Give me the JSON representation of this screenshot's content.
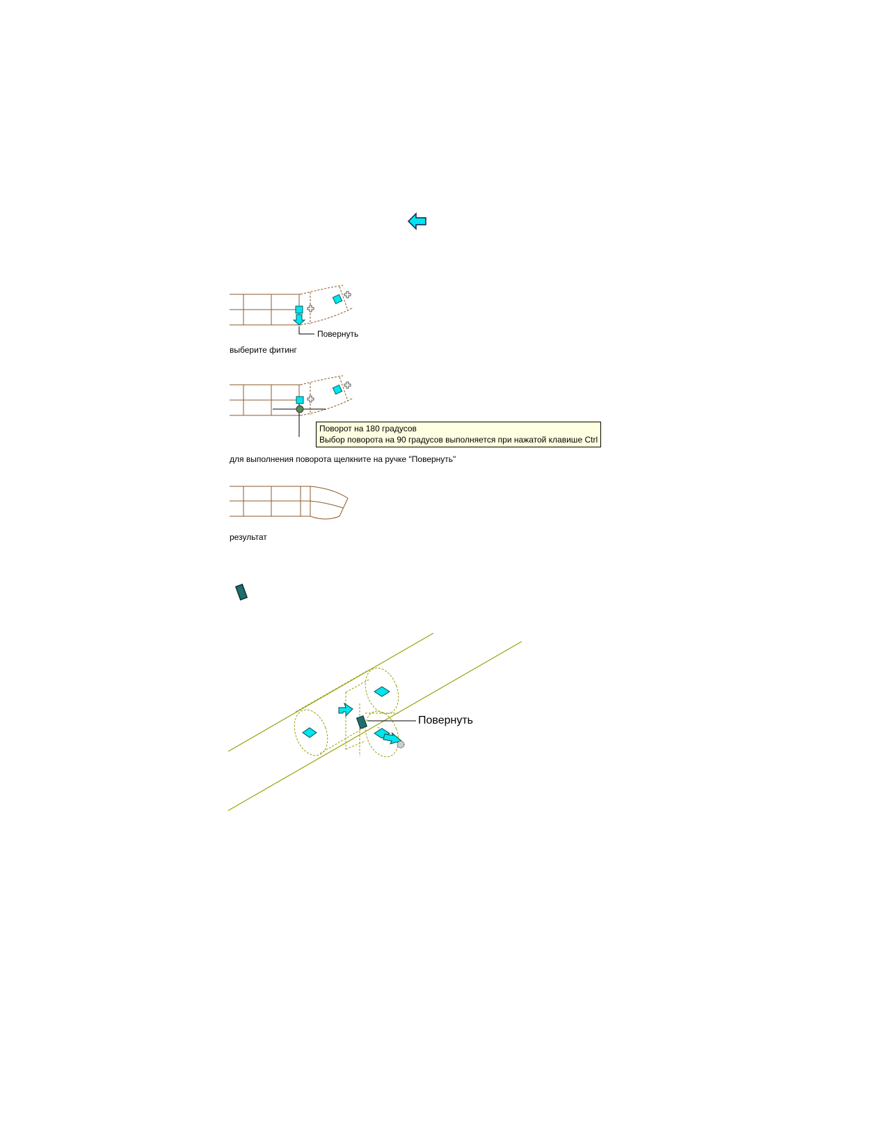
{
  "step1": {
    "callout": "Повернуть",
    "caption": "выберите фитинг"
  },
  "step2": {
    "tooltip_line1": "Поворот на 180 градусов",
    "tooltip_line2": "Выбор поворота на 90 градусов выполняется при нажатой клавише Ctrl",
    "caption": "для выполнения поворота щелкните на ручке \"Повернуть\""
  },
  "step3": {
    "caption": "результат"
  },
  "isometric": {
    "callout": "Повернуть"
  },
  "icons": {
    "flip_grip": "cyan-left-arrow-icon",
    "rotate_grip": "teal-rotate-grip-icon"
  },
  "colors": {
    "duct": "#8b5a2b",
    "grip": "#00e5ee",
    "rotate_grip": "#1f6e6e",
    "iso_line": "#9aa10b",
    "tooltip_bg": "#ffffe1"
  }
}
